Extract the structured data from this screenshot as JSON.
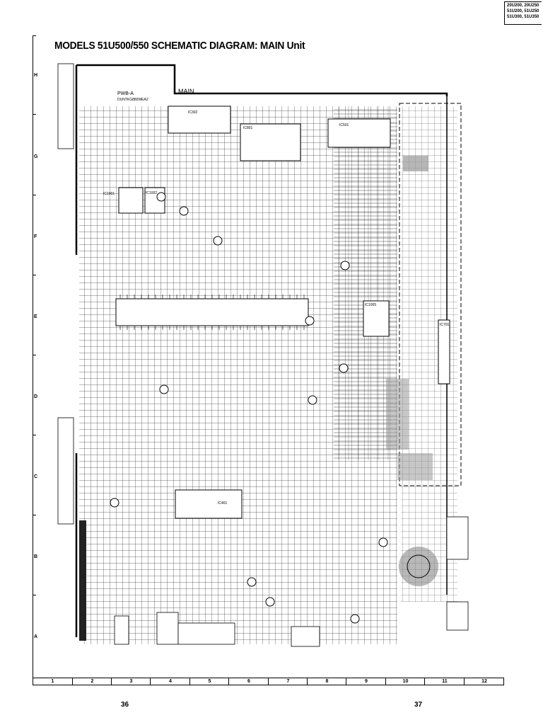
{
  "models_box": {
    "lines": [
      "20U200, 20U250",
      "51U200, 51U250",
      "51U300, 51U350"
    ]
  },
  "title": "MODELS 51U500/550 SCHEMATIC DIAGRAM: MAIN Unit",
  "row_labels": [
    "H",
    "G",
    "F",
    "E",
    "D",
    "C",
    "B",
    "A"
  ],
  "column_labels": [
    "1",
    "2",
    "3",
    "4",
    "5",
    "6",
    "7",
    "8",
    "9",
    "10",
    "11",
    "12"
  ],
  "page_numbers": {
    "left": "36",
    "right": "37"
  },
  "diagram": {
    "unit_label": "MAIN",
    "pwb_label": "PWB-A",
    "pwb_code": "DUNTKG880WEA2",
    "ics": [
      "IC302",
      "IC801",
      "IC501",
      "IC1001",
      "IC1002",
      "IC1005",
      "IC401",
      "IC701"
    ]
  }
}
